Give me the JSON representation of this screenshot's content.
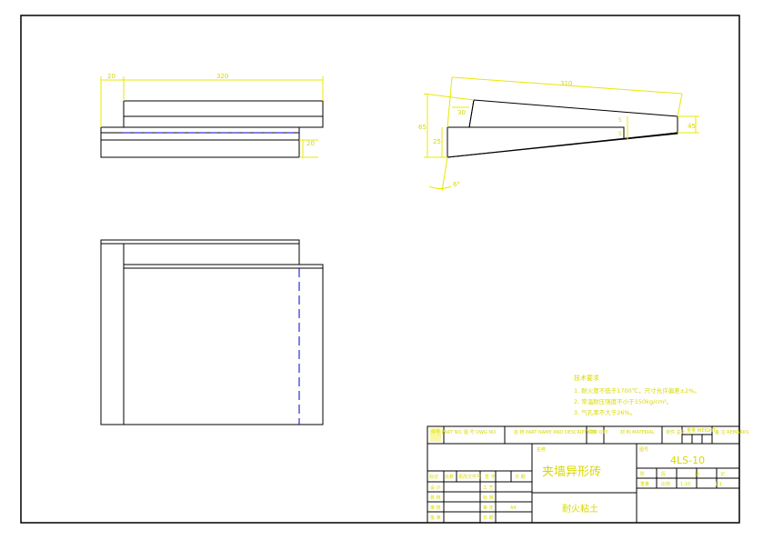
{
  "dimensions": {
    "top_left_width": "20",
    "top_total_width": "320",
    "top_thickness": "20",
    "side_length": "310",
    "side_left_small": "30",
    "side_left_height": "65",
    "side_left_lower": "25",
    "side_right_height": "45",
    "side_mid_top": "5",
    "side_mid_low": "5",
    "side_angle": "6°"
  },
  "notes": {
    "title": "技术要求",
    "line1": "1. 耐火度不低于1700℃，尺寸允许偏差±2%。",
    "line2": "2. 常温耐压强度不小于150kg/cm²。",
    "line3": "3. 气孔率不大于26%。"
  },
  "title_block": {
    "header": {
      "col1": "件号\nPART NO.",
      "col2": "图 号\nDWG NO.",
      "col3": "名 称\nPART NAME AND DESCRIPTION",
      "col4": "件数\nQTY",
      "col5": "材 料\nMATERIAL",
      "col6": "单件\n总计",
      "col7": "重量\nWEIGHT",
      "col8": "备 注\nREMARKS"
    },
    "part_name": "夹墙异形砖",
    "material": "耐火粘土",
    "drawing_no": "4LS-10",
    "name_label": "名称",
    "drawing_label": "图号",
    "rev_labels": [
      "标记",
      "处数",
      "更改文件号",
      "签 字",
      "日 期"
    ],
    "sign_labels_left": [
      "设 计",
      "校 核",
      "审 核",
      "批 准"
    ],
    "sign_labels_mid": [
      "工 艺",
      "标 准",
      "审 定",
      "日 期"
    ],
    "scale_labels": [
      "阶",
      "段",
      "标",
      "记"
    ],
    "stage_row": [
      "重量",
      "比例"
    ],
    "scale_value": "1:10",
    "sheet_value": "1:1",
    "extra_mark": "A4"
  }
}
